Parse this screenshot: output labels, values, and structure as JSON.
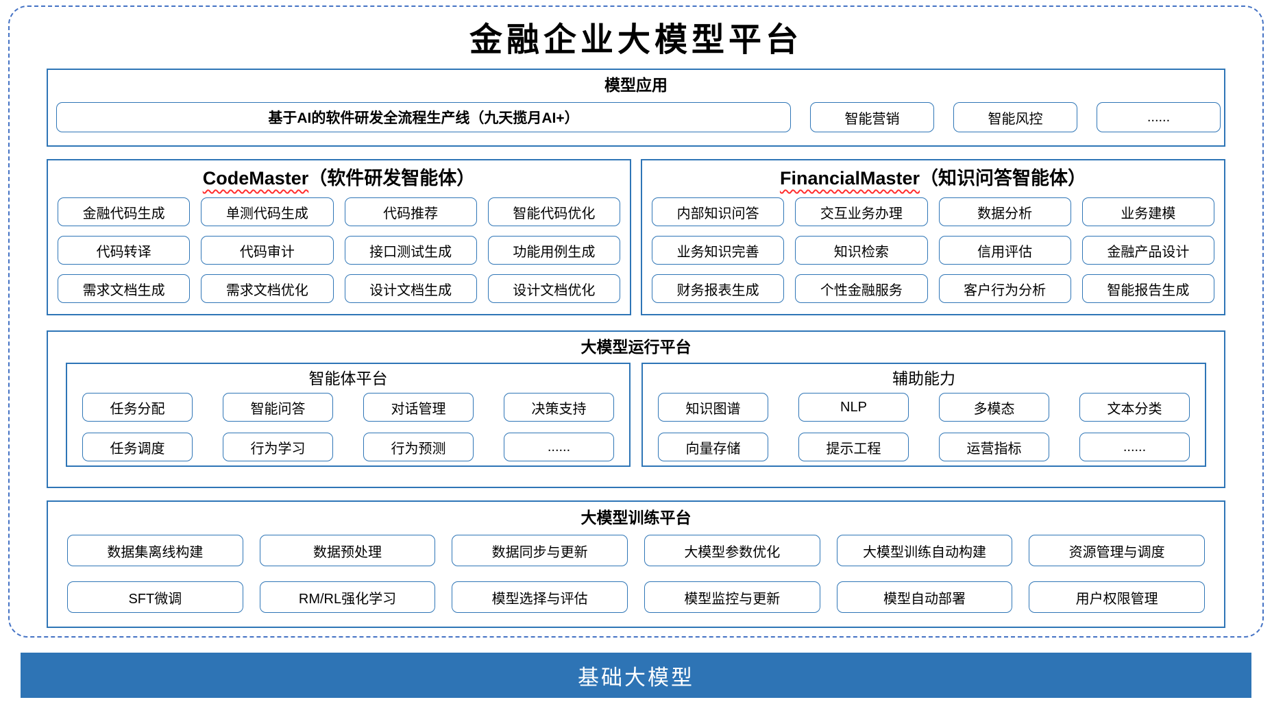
{
  "title": "金融企业大模型平台",
  "colors": {
    "section_border": "#2E75B6",
    "button_border": "#2E75B6",
    "outer_dashed_border": "#4472C4",
    "foundation_bar_fill": "#2E74B5",
    "foundation_bar_text": "#FFFFFF",
    "spellcheck_squiggle": "#FF2D2D",
    "text": "#000000"
  },
  "sections": {
    "model_app": {
      "header": "模型应用",
      "main_button": "基于AI的软件研发全流程生产线（九天揽月AI+）",
      "buttons": [
        "智能营销",
        "智能风控",
        "......"
      ]
    },
    "code_master": {
      "header_en": "CodeMaster",
      "header_zh": "（软件研发智能体）",
      "buttons": [
        "金融代码生成",
        "单测代码生成",
        "代码推荐",
        "智能代码优化",
        "代码转译",
        "代码审计",
        "接口测试生成",
        "功能用例生成",
        "需求文档生成",
        "需求文档优化",
        "设计文档生成",
        "设计文档优化"
      ]
    },
    "financial_master": {
      "header_en": "FinancialMaster",
      "header_zh": "（知识问答智能体）",
      "buttons": [
        "内部知识问答",
        "交互业务办理",
        "数据分析",
        "业务建模",
        "业务知识完善",
        "知识检索",
        "信用评估",
        "金融产品设计",
        "财务报表生成",
        "个性金融服务",
        "客户行为分析",
        "智能报告生成"
      ]
    },
    "runtime": {
      "header": "大模型运行平台",
      "agent_platform": {
        "header": "智能体平台",
        "buttons": [
          "任务分配",
          "智能问答",
          "对话管理",
          "决策支持",
          "任务调度",
          "行为学习",
          "行为预测",
          "......"
        ]
      },
      "aux": {
        "header": "辅助能力",
        "buttons": [
          "知识图谱",
          "NLP",
          "多模态",
          "文本分类",
          "向量存储",
          "提示工程",
          "运营指标",
          "......"
        ]
      }
    },
    "training": {
      "header": "大模型训练平台",
      "buttons": [
        "数据集离线构建",
        "数据预处理",
        "数据同步与更新",
        "大模型参数优化",
        "大模型训练自动构建",
        "资源管理与调度",
        "SFT微调",
        "RM/RL强化学习",
        "模型选择与评估",
        "模型监控与更新",
        "模型自动部署",
        "用户权限管理"
      ]
    },
    "foundation": {
      "label": "基础大模型"
    }
  }
}
